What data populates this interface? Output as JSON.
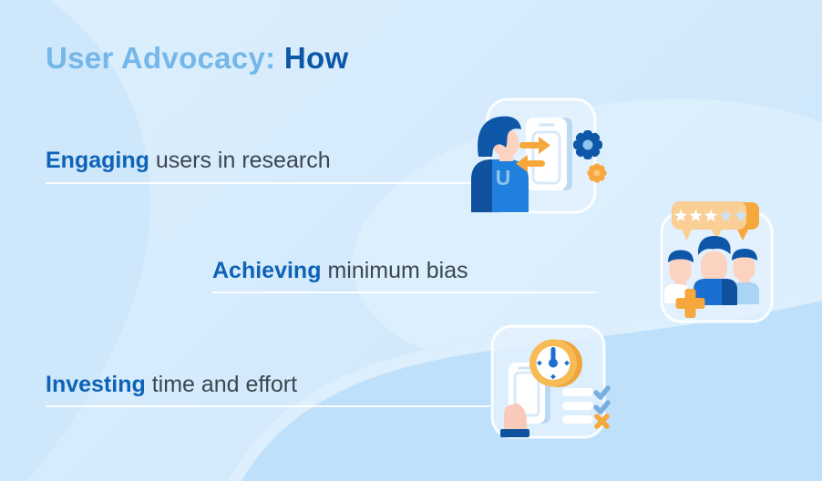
{
  "title": {
    "prefix": "User Advocacy:",
    "emphasis": "How"
  },
  "items": [
    {
      "lead": "Engaging",
      "rest": "users in research"
    },
    {
      "lead": "Achieving",
      "rest": "minimum bias"
    },
    {
      "lead": "Investing",
      "rest": "time and effort"
    }
  ],
  "icons": {
    "user_research": {
      "label": "user exchanging feedback with phone app",
      "shirt_letter": "U"
    },
    "group_rating": {
      "label": "user group with star rating",
      "rating": {
        "stars_total": 5,
        "stars_filled": 3
      }
    },
    "time_checklist": {
      "label": "hand holding phone with clock and checklist"
    }
  },
  "palette": {
    "blue-dark": "#0e57a8",
    "blue-mid": "#1b6fd0",
    "blue-shirt": "#2080dd",
    "blue-shade": "#11529f",
    "blue-link": "#0e63b7",
    "blue-light": "#8ec3ee",
    "blue-pale": "#a9d4f3",
    "check-blue": "#79afdf",
    "orange": "#f6a83c",
    "orange-ring": "#f6bb55",
    "orange-ring-deep": "#f0a53c",
    "orange-light": "#f9cf96",
    "orange-pale": "#f9c87f",
    "peach": "#fcd2c0",
    "peach-deep": "#f9c9ba",
    "title-light": "#74b7ea",
    "title-dark": "#0d57a9",
    "text-dark": "#3b4650",
    "star-off": "#cfe3f5",
    "underline": "#ffffff",
    "bg-top": "#ddeffd",
    "bg-bottom": "#cbe5fa",
    "bg-blob": "#cfe7fb",
    "bg-light": "#def0fd",
    "bg-wave": "#bfe0fa",
    "bg-crest": "#ddeefc"
  }
}
